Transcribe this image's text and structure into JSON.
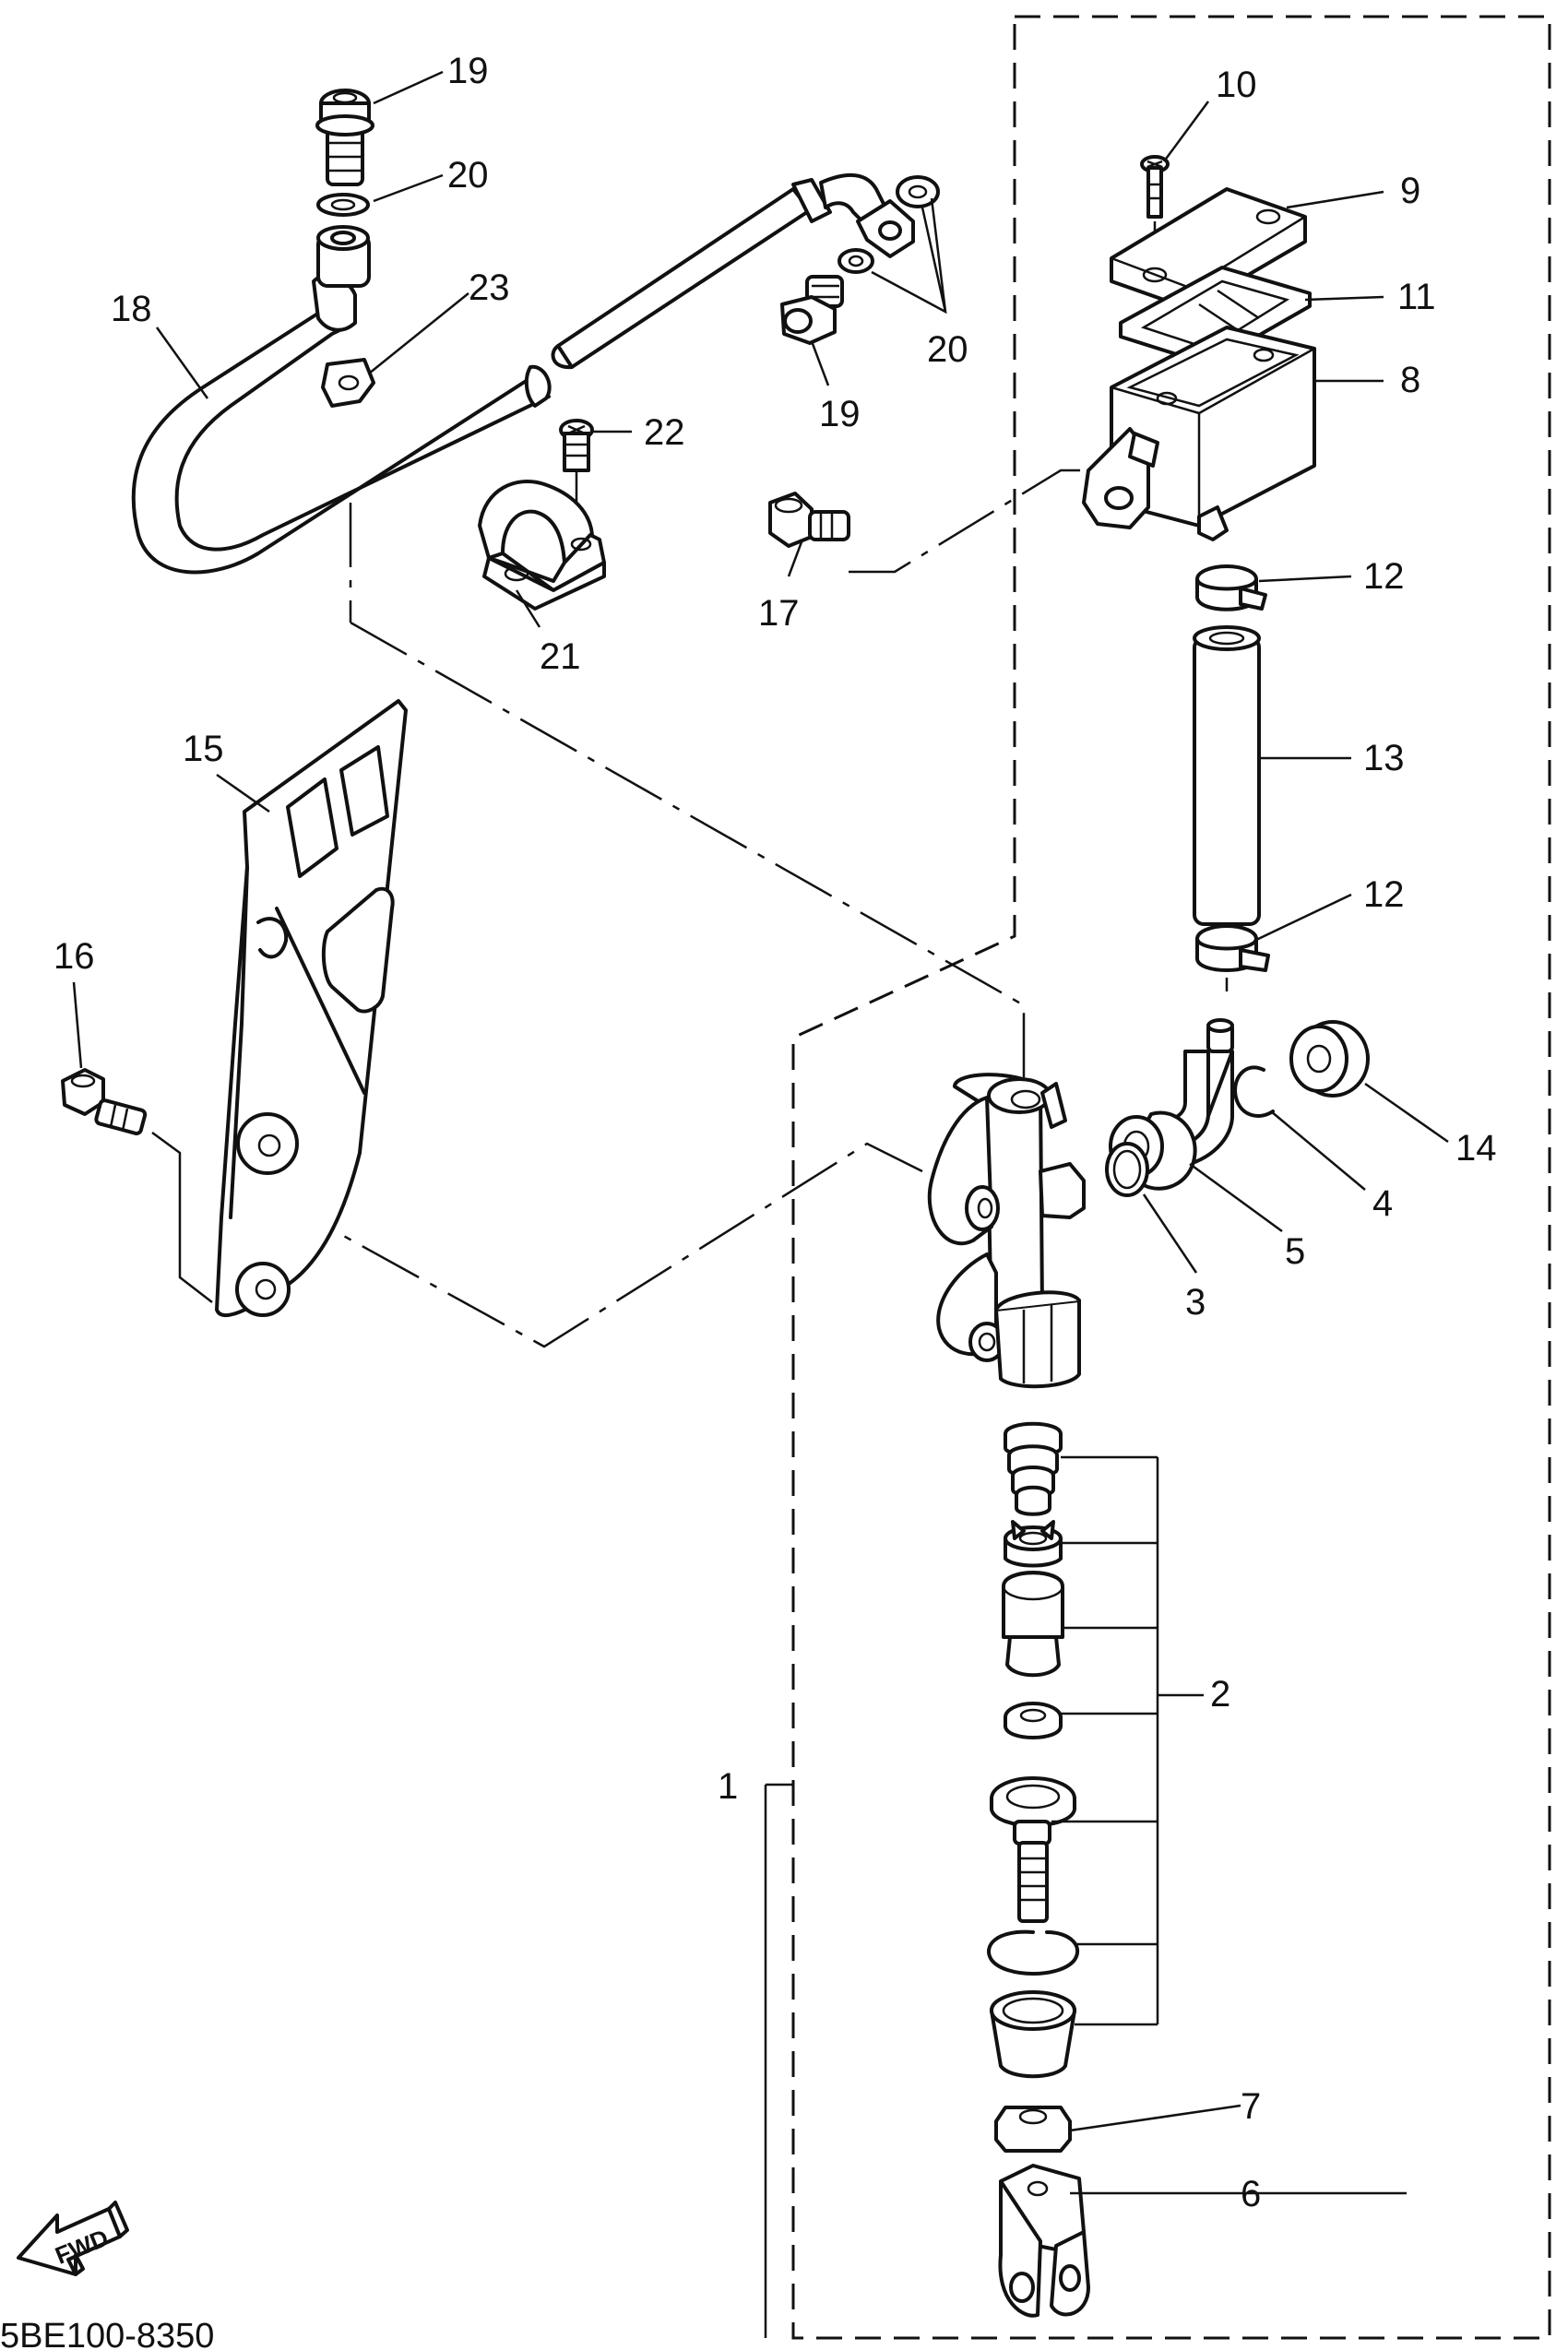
{
  "diagram": {
    "code": "5BE100-8350",
    "fwd_label": "FWD",
    "callouts": [
      {
        "id": "c1",
        "text": "1"
      },
      {
        "id": "c2",
        "text": "2"
      },
      {
        "id": "c3",
        "text": "3"
      },
      {
        "id": "c4",
        "text": "4"
      },
      {
        "id": "c5",
        "text": "5"
      },
      {
        "id": "c6",
        "text": "6"
      },
      {
        "id": "c7",
        "text": "7"
      },
      {
        "id": "c8",
        "text": "8"
      },
      {
        "id": "c9",
        "text": "9"
      },
      {
        "id": "c10",
        "text": "10"
      },
      {
        "id": "c11",
        "text": "11"
      },
      {
        "id": "c12a",
        "text": "12"
      },
      {
        "id": "c12b",
        "text": "12"
      },
      {
        "id": "c13",
        "text": "13"
      },
      {
        "id": "c14",
        "text": "14"
      },
      {
        "id": "c15",
        "text": "15"
      },
      {
        "id": "c16",
        "text": "16"
      },
      {
        "id": "c17",
        "text": "17"
      },
      {
        "id": "c18",
        "text": "18"
      },
      {
        "id": "c19a",
        "text": "19"
      },
      {
        "id": "c19b",
        "text": "19"
      },
      {
        "id": "c20a",
        "text": "20"
      },
      {
        "id": "c20b",
        "text": "20"
      },
      {
        "id": "c21",
        "text": "21"
      },
      {
        "id": "c22",
        "text": "22"
      },
      {
        "id": "c23",
        "text": "23"
      }
    ]
  }
}
